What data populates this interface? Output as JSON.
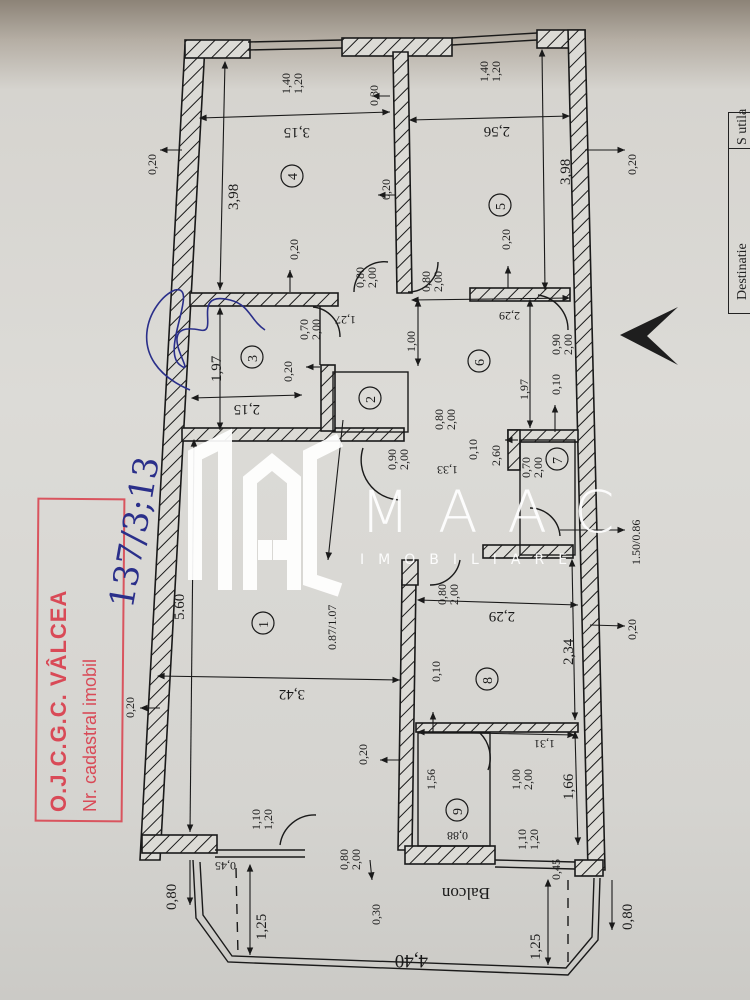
{
  "document": {
    "type": "floor plan (cadastral survey)",
    "orientation": "rotated 90°",
    "north_arrow": "north-arrow"
  },
  "stamp": {
    "line1": "O.J.C.G.C. VÂLCEA",
    "line2": "Nr. cadastral imobil",
    "color": "#d94a57"
  },
  "handwriting": {
    "cadastral_number": "137/3;13",
    "signature": "signature",
    "color": "#2a2f8a"
  },
  "watermark": {
    "letters": "MAAC",
    "subtitle": "IMOBILIARE"
  },
  "table": {
    "header_1": "S utila",
    "header_2": "Destinatie"
  },
  "rooms": [
    {
      "id": "1",
      "label": "1",
      "width": "3,42",
      "length": "5.60"
    },
    {
      "id": "2",
      "label": "2"
    },
    {
      "id": "3",
      "label": "3",
      "width": "2,15",
      "length": "1,97"
    },
    {
      "id": "4",
      "label": "4",
      "width": "3,15",
      "length": "3,98"
    },
    {
      "id": "5",
      "label": "5",
      "width": "2,56",
      "length": "3,98"
    },
    {
      "id": "6",
      "label": "6",
      "width": "2,29",
      "length": "1,97"
    },
    {
      "id": "7",
      "label": "7"
    },
    {
      "id": "8",
      "label": "8",
      "width": "2,29",
      "length": "2,34"
    },
    {
      "id": "9",
      "label": "9",
      "width": "0,88",
      "length": "1,56"
    }
  ],
  "balcony": {
    "label": "Balcon",
    "length": "4,40",
    "depth_left": "1,25",
    "depth_right": "1,25",
    "offset_left": "0,45",
    "offset_right": "0,45",
    "rail_left": "0,80",
    "rail_right": "0,80",
    "wall": "0,30"
  },
  "windows": {
    "room4": {
      "w": "1,40",
      "h": "1,20"
    },
    "room5": {
      "w": "1,40",
      "h": "1,20"
    },
    "room1": {
      "w": "1,10",
      "h": "1,20"
    },
    "room8": {
      "w": "1,10",
      "h": "1,20"
    }
  },
  "doors": {
    "room4": {
      "w": "0,80",
      "h": "2,00"
    },
    "room5": {
      "w": "0,80",
      "h": "2,00"
    },
    "room3": {
      "w": "0,70",
      "h": "2,00"
    },
    "room2": {
      "w": "0,80",
      "h": "2,00"
    },
    "entrance": {
      "w": "0,90",
      "h": "2,00"
    },
    "room1": {
      "w": "0,90",
      "h": "2,00"
    },
    "room7": {
      "w": "0,70",
      "h": "2,00"
    },
    "room8": {
      "w": "0,80",
      "h": "2,00"
    },
    "room9": {
      "w": "1,00",
      "h": "2,00"
    },
    "balcony": {
      "w": "0,80",
      "h": "2,00"
    }
  },
  "dimensions": {
    "wall_outer_top": "0,20",
    "wall_room1_outer": "0,20",
    "wall_right_top": "0,20",
    "wall_right_mid": "1.50/0.86",
    "wall_right_bottom": "0,20",
    "wall_inner_4_5": "0,20",
    "wall_4_bottom": "0,20",
    "wall_5_bottom": "0,20",
    "wall_4_window": "0,30",
    "hall_1": "1,27",
    "hall_2": "1,00",
    "hall_3": "1,33",
    "hall_4": "2,60",
    "hall_5": "0,10",
    "hall_6": "0,10",
    "hall_7": "0,10",
    "room3_wall": "0,20",
    "room1_diag": "0.87/1.07",
    "room1_wall": "0,20",
    "room1_top": "0,20",
    "room8_wall": "0,10",
    "corridor_9": "1,31",
    "room9_len": "1,66"
  }
}
